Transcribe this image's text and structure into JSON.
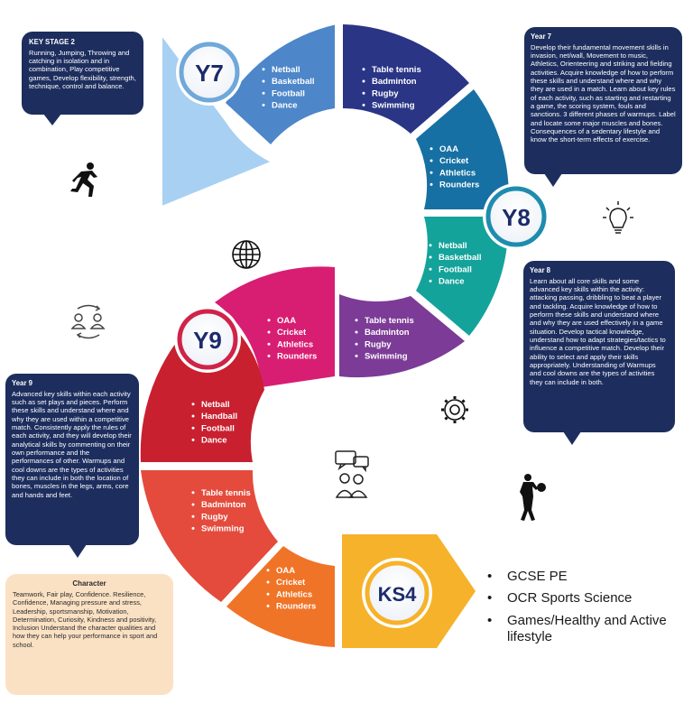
{
  "y7": {
    "badge": "Y7",
    "seg1": [
      "Netball",
      "Basketball",
      "Football",
      "Dance"
    ],
    "seg2": [
      "Table tennis",
      "Badminton",
      "Rugby",
      "Swimming"
    ]
  },
  "y8": {
    "badge": "Y8",
    "seg1": [
      "OAA",
      "Cricket",
      "Athletics",
      "Rounders"
    ],
    "seg2": [
      "Netball",
      "Basketball",
      "Football",
      "Dance"
    ]
  },
  "y9": {
    "badge": "Y9",
    "seg_purple": [
      "Table tennis",
      "Badminton",
      "Rugby",
      "Swimming"
    ],
    "seg_pink": [
      "OAA",
      "Cricket",
      "Athletics",
      "Rounders"
    ],
    "seg_red": [
      "Netball",
      "Handball",
      "Football",
      "Dance"
    ],
    "seg_redorange": [
      "Table tennis",
      "Badminton",
      "Rugby",
      "Swimming"
    ],
    "seg_orange": [
      "OAA",
      "Cricket",
      "Athletics",
      "Rounders"
    ]
  },
  "ks4": {
    "badge": "KS4",
    "bullet": "•",
    "items": [
      "GCSE PE",
      "OCR Sports Science",
      "Games/Healthy and Active lifestyle"
    ]
  },
  "boxes": {
    "ks2": {
      "title": "KEY STAGE 2",
      "body": "Running, Jumping, Throwing and catching in isolation and in combination, Play competitive games, Develop flexibility, strength, technique, control and balance."
    },
    "year7": {
      "title": "Year 7",
      "body": "Develop their fundamental movement skills in invasion, net/wall, Movement to music, Athletics, Orienteering and striking and fielding activities.  Acquire knowledge of how to perform these skills and understand where and why they are used in a match. Learn about key rules of each activity, such as starting and restarting a game, the scoring system, fouls and sanctions. 3 different phases of warmups.  Label and locate some major muscles and bones. Consequences of a sedentary lifestyle and know the short-term effects of exercise."
    },
    "year8": {
      "title": "Year 8",
      "body": "Learn about all core skills and some advanced key skills within the activity: attacking passing, dribbling to beat a player and tackling. Acquire knowledge of how to perform these skills and understand where and why they are used effectively in a game situation. Develop tactical knowledge, understand how to adapt strategies/tactics to influence a competitive match. Develop their ability to select and apply their skills appropriately. Understanding of Warmups and cool downs are the types of activities they can include in both."
    },
    "year9": {
      "title": "Year 9",
      "body": "Advanced key skills within each activity such as set plays and pieces. Perform these skills and understand where and why they are used within a competitive match. Consistently apply the rules of each activity, and they will develop their analytical skills by commenting on their own performance and the performances of other. Warmups and cool downs are the types of activities they can include in both the location of bones, muscles in the legs, arms, core and hands and feet."
    },
    "character": {
      "title": "Character",
      "body": "Teamwork, Fair play, Confidence. Resilience, Confidence, Managing pressure and stress, Leadership, sportsmanship, Motivation, Determination, Curiosity, Kindness and positivity, Inclusion Understand the character qualities and how they can help your performance in sport and school."
    }
  },
  "icons": [
    "runner-icon",
    "globe-icon",
    "people-exchange-icon",
    "lightbulb-icon",
    "gear-icon",
    "discussion-icon",
    "netball-player-icon"
  ],
  "colors": {
    "y7_seg0": "#a8d0f2",
    "y7_seg1": "#4d86c9",
    "y7_seg2": "#2a3586",
    "y8_seg1": "#1670a3",
    "y8_seg2": "#14a39a",
    "y9_purple": "#7c3b96",
    "y9_pink": "#d81e72",
    "y9_red": "#c8202f",
    "y9_redorange": "#e44b3c",
    "y9_orange": "#f07427",
    "ks4": "#f6b22a",
    "badge_text": "#1d2b6b",
    "box_bg": "#1d2e5e",
    "character_bg": "#fbe1c3"
  }
}
